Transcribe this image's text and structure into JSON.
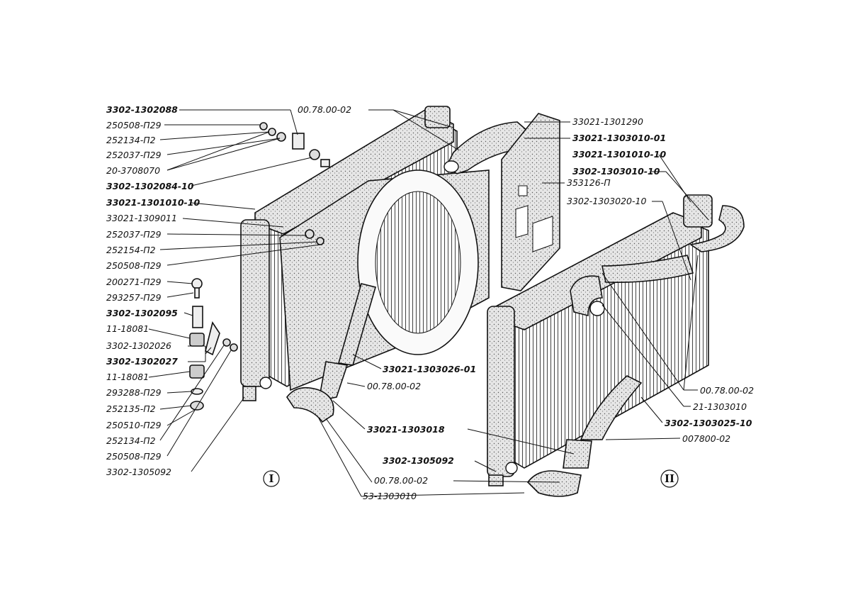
{
  "labels_left": [
    "3302-1302088",
    "250508-П29",
    "252134-П2",
    "252037-П29",
    "20-3708070",
    "3302-1302084-10",
    "33021-1301010-10",
    "33021-1309011",
    "252037-П29",
    "252154-П2",
    "250508-П29",
    "200271-П29",
    "293257-П29",
    "3302-1302095",
    "11-18081",
    "3302-1302026",
    "3302-1302027",
    "11-18081",
    "293288-П29",
    "252135-П2",
    "250510-П29",
    "252134-П2",
    "250508-П29",
    "3302-1305092"
  ],
  "labels_center": {
    "top_hose_clamp": "00.78.00-02",
    "lower_hose": "33021-1303026-01",
    "lower_clamp": "00.78.00-02",
    "lower_pipe": "33021-1303018",
    "drain_cock": "3302-1305092",
    "bottom_clamp": "00.78.00-02",
    "bottom_hose": "53-1303010"
  },
  "labels_right": [
    "33021-1301290",
    "33021-1303010-01",
    "33021-1301010-10",
    "3302-1303010-10",
    "353126-П",
    "3302-1303020-10"
  ],
  "labels_right_lower": [
    "00.78.00-02",
    "21-1303010",
    "3302-1303025-10",
    "007800-02"
  ],
  "variant_marks": [
    "I",
    "II"
  ]
}
